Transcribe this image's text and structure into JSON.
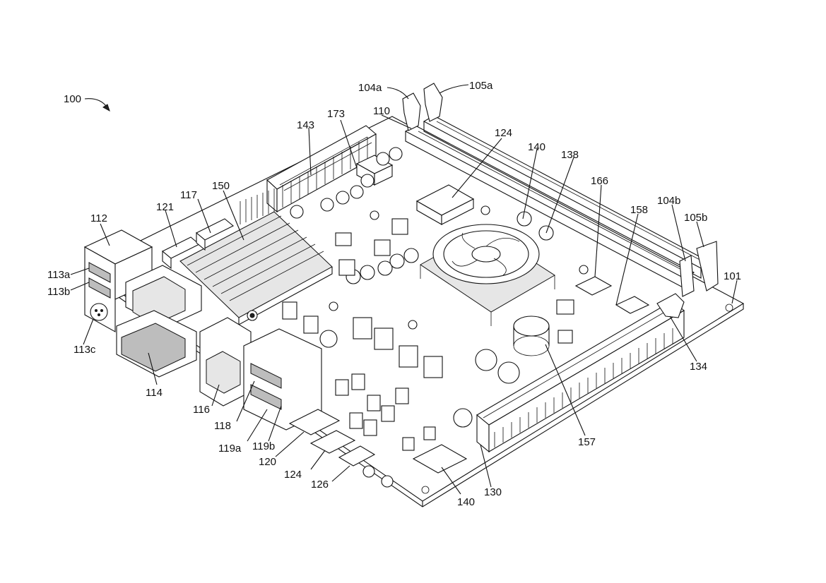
{
  "figure": {
    "labels": {
      "l100": "100",
      "l104a": "104a",
      "l105a": "105a",
      "l110": "110",
      "l173": "173",
      "l143": "143",
      "l124_top": "124",
      "l140_top": "140",
      "l138": "138",
      "l166": "166",
      "l150": "150",
      "l117": "117",
      "l121": "121",
      "l112": "112",
      "l158": "158",
      "l104b": "104b",
      "l105b": "105b",
      "l101": "101",
      "l113a": "113a",
      "l113b": "113b",
      "l113c": "113c",
      "l114": "114",
      "l116": "116",
      "l118": "118",
      "l119a": "119a",
      "l119b": "119b",
      "l120": "120",
      "l124_bottom": "124",
      "l126": "126",
      "l140_bottom": "140",
      "l130": "130",
      "l157": "157",
      "l134": "134"
    }
  }
}
